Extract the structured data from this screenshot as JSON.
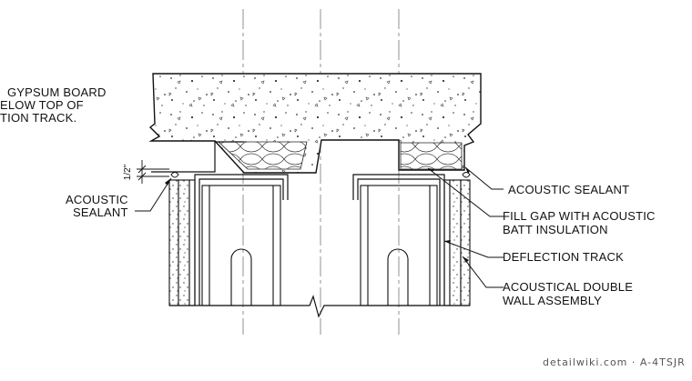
{
  "notes": {
    "top_left_line1": "GYPSUM BOARD",
    "top_left_line2": "ELOW TOP OF",
    "top_left_line3": "TION TRACK."
  },
  "labels": {
    "acoustic_sealant_left_line1": "ACOUSTIC",
    "acoustic_sealant_left_line2": "SEALANT",
    "acoustic_sealant_right": "ACOUSTIC SEALANT",
    "fill_gap_line1": "FILL GAP WITH ACOUSTIC",
    "fill_gap_line2": "BATT INSULATION",
    "deflection_track": "DEFLECTION TRACK",
    "double_wall_line1": "ACOUSTICAL DOUBLE",
    "double_wall_line2": "WALL ASSEMBLY"
  },
  "dimension": "1/2\"",
  "watermark": "detailwiki.com · A-4TSJR"
}
